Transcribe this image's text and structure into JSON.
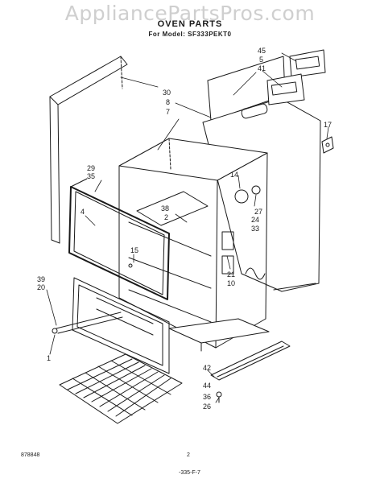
{
  "watermark": "AppliancePartsPros.com",
  "title": "OVEN PARTS",
  "model_line": "For Model: SF333PEKT0",
  "callouts": {
    "c45": "45",
    "c5a": "5",
    "c41": "41",
    "c30": "30",
    "c8": "8",
    "c7": "7",
    "c17": "17",
    "c29": "29",
    "c35": "35",
    "c14": "14",
    "c4": "4",
    "c38": "38",
    "c2": "2",
    "c27": "27",
    "c24": "24",
    "c33": "33",
    "c15": "15",
    "c39": "39",
    "c20": "20",
    "c21": "21",
    "c10": "10",
    "c1": "1",
    "c42": "42",
    "c44": "44",
    "c36": "36",
    "c26": "26"
  },
  "footer": {
    "doc_number": "878848",
    "page_number": "2",
    "code": "-335-F-7"
  }
}
